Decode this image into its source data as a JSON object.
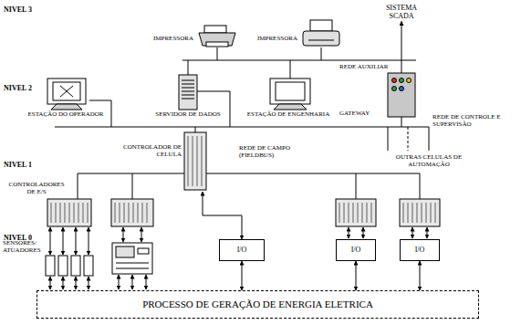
{
  "diagram": {
    "nodes": [
      {
        "text": [
          "SISTEMA SCADA"
        ]
      },
      {
        "text": [
          "GATEWAY"
        ]
      },
      {
        "text": [
          "CONTROLADOR DE CELULA"
        ]
      },
      {
        "text": [
          "I/O"
        ]
      },
      {
        "text": [
          "I/O"
        ]
      },
      {
        "text": [
          "I/O"
        ]
      },
      {
        "text": [
          "PROCESSO DE GERAÇÃO DE ENERGIA ELETRICA"
        ]
      }
    ],
    "edges": [
      {
        "from": 1,
        "to": 0,
        "arrow": "to"
      },
      {
        "from": 2,
        "to": 3,
        "arrow": "both"
      },
      {
        "from": 3,
        "to": 6,
        "arrow": "both"
      },
      {
        "from": 4,
        "to": 6,
        "arrow": "both"
      },
      {
        "from": 5,
        "to": 6,
        "arrow": "both"
      }
    ],
    "labels": [
      "NIVEL 3",
      "NIVEL 2",
      "NIVEL 1",
      "NIVEL 0",
      "IMPRESSORA",
      "IMPRESSORA",
      "REDE AUXILIAR",
      "ESTAÇÃO DO OPERADOR",
      "SERVIDOR DE DADOS",
      "ESTAÇÃO DE ENGENHARIA",
      "REDE DE CONTROLE E SUPERVISÃO",
      "OUTRAS CELULAS DE AUTOMAÇÃO",
      "REDE DE CAMPO (FIELDBUS)",
      "CONTROLADORES DE E/S",
      "SENSORES/ ATUADORES"
    ]
  }
}
